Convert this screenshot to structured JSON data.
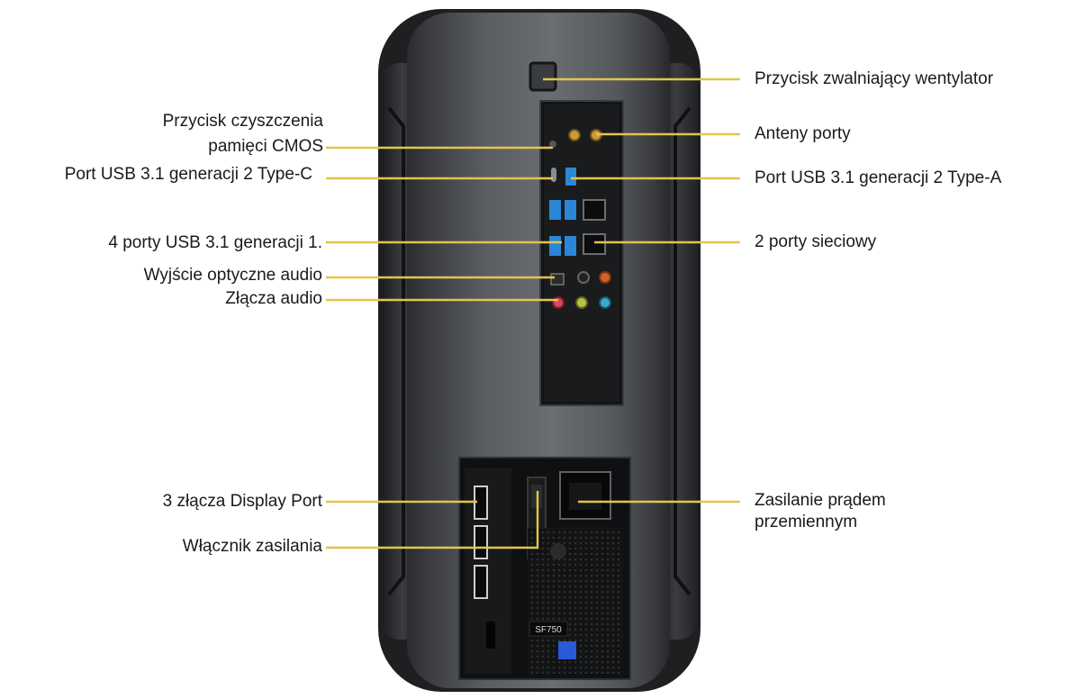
{
  "colors": {
    "callout_line": "#e2c54a",
    "case_body": "#4a4d51",
    "case_edge": "#2b2d30",
    "panel": "#141516",
    "usb_blue": "#2a86d6"
  },
  "labels": {
    "fan_release": "Przycisk zwalniający wentylator",
    "cmos_line1": "Przycisk czyszczenia",
    "cmos_line2": "pamięci CMOS",
    "antenna": "Anteny porty",
    "usb_c": "Port USB 3.1 generacji 2 Type-C",
    "usb_a": "Port USB 3.1 generacji 2 Type-A",
    "usb_gen1": "4 porty USB 3.1 generacji 1.",
    "network": "2 porty sieciowy",
    "optical_audio": "Wyjście optyczne audio",
    "audio_jacks": "Złącza audio",
    "display_port": "3 złącza Display Port",
    "power_switch": "Włącznik zasilania",
    "ac_power_line1": "Zasilanie prądem",
    "ac_power_line2": "przemiennym"
  },
  "device": {
    "psu_model": "SF750"
  }
}
